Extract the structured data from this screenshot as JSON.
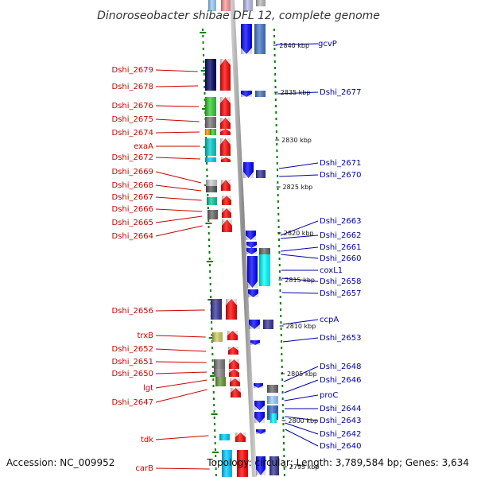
{
  "title": "Dinoroseobacter shibae DFL 12, complete genome",
  "footer": {
    "accession": "Accession: NC_009952",
    "topology": "Topology: circular; Length: 3,789,584 bp; Genes: 3,634"
  },
  "colors": {
    "forward_label": "#cc0000",
    "reverse_label": "#0000aa",
    "forward_arrow": "#ff0000",
    "reverse_arrow": "#0000ff",
    "dots": "#008000",
    "backbone": "#aaaaaa"
  },
  "ticks": [
    {
      "label": "2840 kbp"
    },
    {
      "label": "2835 kbp"
    },
    {
      "label": "2830 kbp"
    },
    {
      "label": "2825 kbp"
    },
    {
      "label": "2820 kbp"
    },
    {
      "label": "2815 kbp"
    },
    {
      "label": "2810 kbp"
    },
    {
      "label": "2805 kbp"
    },
    {
      "label": "2800 kbp"
    },
    {
      "label": "2795 kbp"
    }
  ],
  "forward_genes": [
    {
      "label": "Dshi_2679"
    },
    {
      "label": "Dshi_2678"
    },
    {
      "label": "Dshi_2676"
    },
    {
      "label": "Dshi_2675"
    },
    {
      "label": "Dshi_2674"
    },
    {
      "label": "exaA"
    },
    {
      "label": "Dshi_2672"
    },
    {
      "label": "Dshi_2669"
    },
    {
      "label": "Dshi_2668"
    },
    {
      "label": "Dshi_2667"
    },
    {
      "label": "Dshi_2666"
    },
    {
      "label": "Dshi_2665"
    },
    {
      "label": "Dshi_2664"
    },
    {
      "label": "Dshi_2656"
    },
    {
      "label": "trxB"
    },
    {
      "label": "Dshi_2652"
    },
    {
      "label": "Dshi_2651"
    },
    {
      "label": "Dshi_2650"
    },
    {
      "label": "lgt"
    },
    {
      "label": "Dshi_2647"
    },
    {
      "label": "tdk"
    },
    {
      "label": "carB"
    }
  ],
  "reverse_genes": [
    {
      "label": "gcvP"
    },
    {
      "label": "Dshi_2677"
    },
    {
      "label": "Dshi_2671"
    },
    {
      "label": "Dshi_2670"
    },
    {
      "label": "Dshi_2663"
    },
    {
      "label": "Dshi_2662"
    },
    {
      "label": "Dshi_2661"
    },
    {
      "label": "Dshi_2660"
    },
    {
      "label": "coxL1"
    },
    {
      "label": "Dshi_2658"
    },
    {
      "label": "Dshi_2657"
    },
    {
      "label": "ccpA"
    },
    {
      "label": "Dshi_2653"
    },
    {
      "label": "Dshi_2648"
    },
    {
      "label": "Dshi_2646"
    },
    {
      "label": "proC"
    },
    {
      "label": "Dshi_2644"
    },
    {
      "label": "Dshi_2643"
    },
    {
      "label": "Dshi_2642"
    },
    {
      "label": "Dshi_2640"
    }
  ]
}
